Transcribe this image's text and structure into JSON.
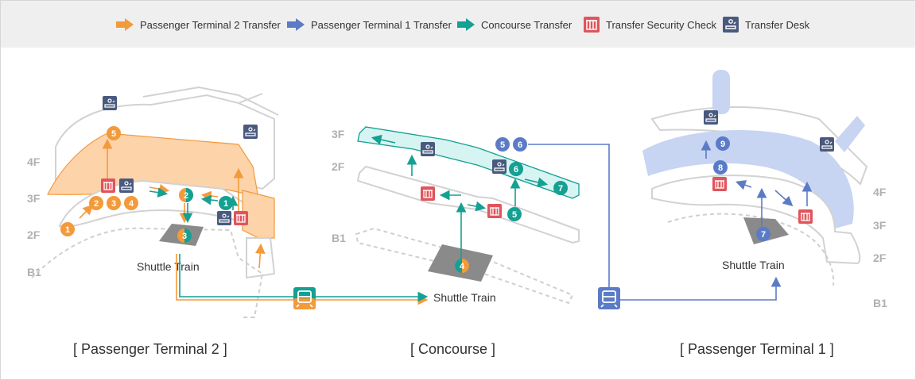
{
  "legend": {
    "t2_transfer": "Passenger Terminal 2 Transfer",
    "t1_transfer": "Passenger Terminal 1 Transfer",
    "concourse_transfer": "Concourse Transfer",
    "security_check": "Transfer Security Check",
    "transfer_desk": "Transfer Desk"
  },
  "colors": {
    "t2": "#f39a3a",
    "t1": "#5b7bc7",
    "concourse": "#14a092",
    "security": "#e0555c",
    "desk": "#4a5a7e",
    "t2_fill": "#fdd3aa",
    "t1_fill": "#c7d4f2",
    "concourse_fill": "#d6f4f1",
    "shuttle_pad": "#8a8a8a"
  },
  "floors": {
    "b1": "B1",
    "f2": "2F",
    "f3": "3F",
    "f4": "4F"
  },
  "terminal2": {
    "caption": "[ Passenger Terminal 2 ]",
    "shuttle": "Shuttle Train",
    "steps": [
      "1",
      "2",
      "3",
      "4",
      "5"
    ]
  },
  "concourse": {
    "caption": "[ Concourse ]",
    "shuttle": "Shuttle Train",
    "steps": [
      "4",
      "5",
      "6",
      "7"
    ]
  },
  "terminal1": {
    "caption": "[ Passenger Terminal 1 ]",
    "shuttle": "Shuttle Train",
    "steps": [
      "5",
      "6",
      "7",
      "8",
      "9"
    ]
  }
}
